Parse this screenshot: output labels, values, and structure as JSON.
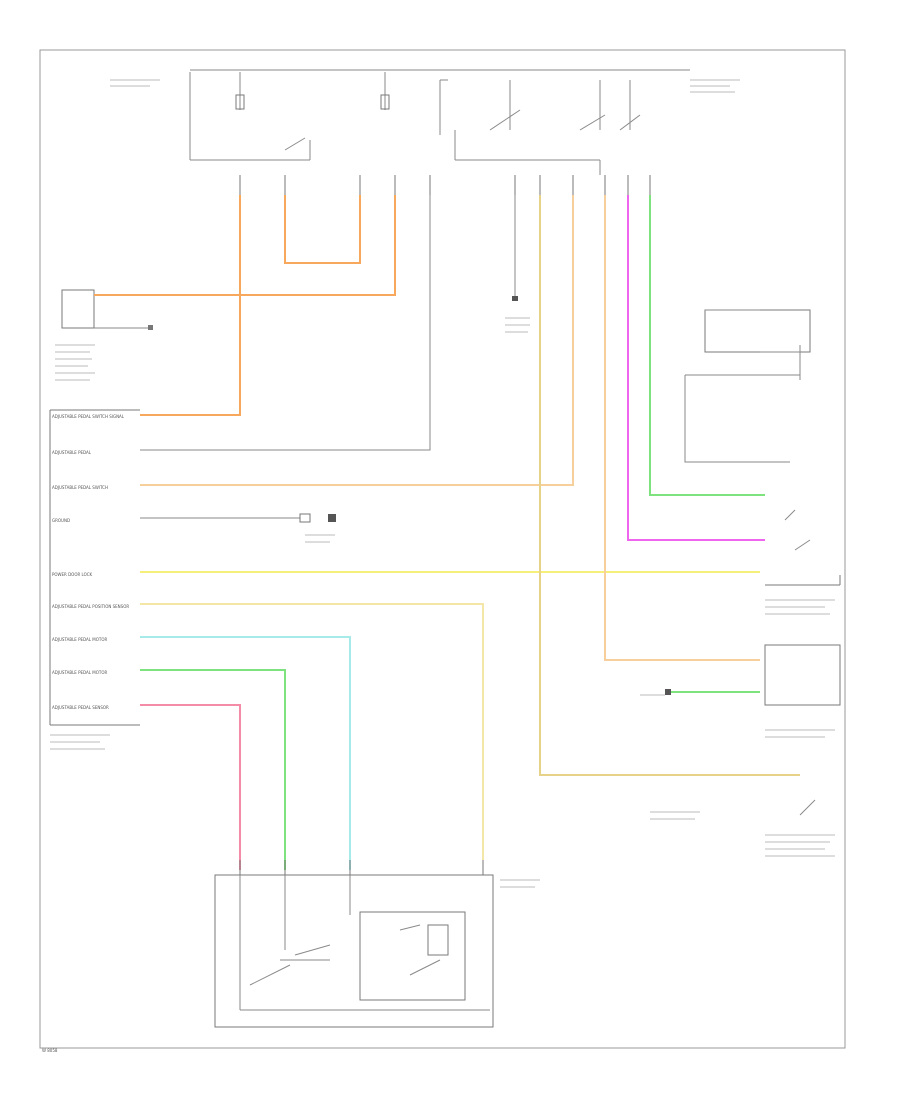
{
  "figure_code": "W 8058",
  "colors": {
    "orange": "#f7a85c",
    "yellow": "#f6f07a",
    "pale_yellow": "#f3e6a6",
    "green": "#7ee27e",
    "cyan": "#a6eaea",
    "pink": "#f48ca8",
    "magenta": "#ee66ee",
    "dim_orange": "#f6cf9c",
    "tan": "#e7d28a",
    "line": "#8a8a8a"
  },
  "module_pins": [
    "ADJUSTABLE PEDAL SWITCH SIGNAL",
    "ADJUSTABLE PEDAL",
    "ADJUSTABLE PEDAL SWITCH",
    "GROUND",
    "POWER DOOR LOCK",
    "ADJUSTABLE PEDAL POSITION SENSOR",
    "ADJUSTABLE PEDAL MOTOR",
    "ADJUSTABLE PEDAL MOTOR",
    "ADJUSTABLE PEDAL SENSOR"
  ]
}
